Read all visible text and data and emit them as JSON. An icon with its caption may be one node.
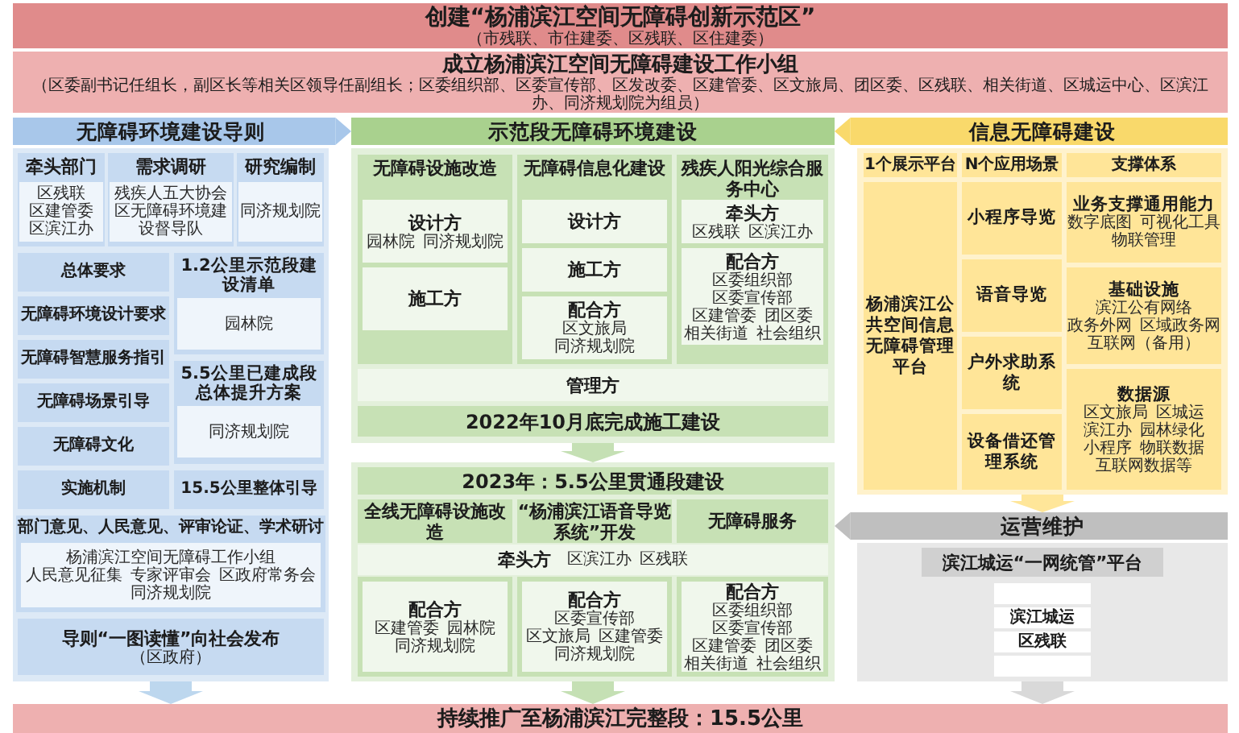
{
  "diagram": {
    "nodes": [
      {
        "text": [
          "创建“杨浦滨江空间无障碍创新示范区”",
          "（市残联、市住建委、区残联、区住建委）"
        ]
      },
      {
        "text": [
          "成立杨浦滨江空间无障碍建设工作小组",
          "（区委副书记任组长，副区长等相关区领导任副组长；区委组织部、区委宣传部、区发改委、区建管委、区文旅局、团区委、区残联、相关街道、区城运中心、区滨江办、同济规划院为组员）"
        ]
      },
      {
        "text": [
          "无障碍环境建设导则"
        ]
      },
      {
        "text": [],
        "shape": "box"
      },
      {
        "text": [
          "牵头部门"
        ],
        "in": 3
      },
      {
        "text": [
          "区残联",
          "区建管委",
          "区滨江办"
        ],
        "in": 4
      },
      {
        "text": [
          "需求调研"
        ],
        "in": 3
      },
      {
        "text": [
          "残疾人五大协会",
          "区无障碍环境建设督导队"
        ],
        "in": 6
      },
      {
        "text": [
          "研究编制"
        ],
        "in": 3
      },
      {
        "text": [
          "同济规划院"
        ],
        "in": 8
      },
      {
        "text": [
          "总体要求"
        ],
        "in": 3
      },
      {
        "text": [
          "无障碍环境设计要求"
        ],
        "in": 3
      },
      {
        "text": [
          "无障碍智慧服务指引"
        ],
        "in": 3
      },
      {
        "text": [
          "无障碍场景引导"
        ],
        "in": 3
      },
      {
        "text": [
          "无障碍文化"
        ],
        "in": 3
      },
      {
        "text": [
          "实施机制"
        ],
        "in": 3
      },
      {
        "text": [
          "1.2公里示范段建设清单"
        ],
        "in": 3
      },
      {
        "text": [
          "园林院"
        ],
        "in": 16
      },
      {
        "text": [
          "5.5公里已建成段总体提升方案"
        ],
        "in": 3
      },
      {
        "text": [
          "同济规划院"
        ],
        "in": 18
      },
      {
        "text": [
          "15.5公里整体引导"
        ],
        "in": 3
      },
      {
        "text": [
          "部门意见、人民意见、评审论证、学术研讨"
        ],
        "in": 3
      },
      {
        "text": [
          "杨浦滨江空间无障碍工作小组",
          "人民意见征集",
          "专家评审会",
          "区政府常务会",
          "同济规划院"
        ],
        "in": 21
      },
      {
        "text": [
          "导则“一图读懂”向社会发布",
          "（区政府）"
        ],
        "in": 3
      },
      {
        "text": [
          "示范段无障碍环境建设"
        ]
      },
      {
        "text": [],
        "shape": "box"
      },
      {
        "text": [
          "无障碍设施改造"
        ],
        "in": 25
      },
      {
        "text": [
          "设计方",
          "园林院",
          "同济规划院"
        ],
        "in": 26
      },
      {
        "text": [
          "施工方"
        ],
        "in": 26
      },
      {
        "text": [
          "无障碍信息化建设"
        ],
        "in": 25
      },
      {
        "text": [
          "设计方"
        ],
        "in": 29
      },
      {
        "text": [
          "施工方"
        ],
        "in": 29
      },
      {
        "text": [
          "配合方",
          "区文旅局",
          "同济规划院"
        ],
        "in": 29
      },
      {
        "text": [
          "残疾人阳光综合服务中心"
        ],
        "in": 25
      },
      {
        "text": [
          "牵头方",
          "区残联",
          "区滨江办"
        ],
        "in": 33
      },
      {
        "text": [
          "配合方",
          "区委组织部",
          "区委宣传部",
          "区建管委",
          "团区委",
          "相关街道",
          "社会组织"
        ],
        "in": 33
      },
      {
        "text": [
          "管理方"
        ],
        "in": 25
      },
      {
        "text": [
          "2022年10月底完成施工建设"
        ],
        "in": 25
      },
      {
        "text": [],
        "shape": "box"
      },
      {
        "text": [
          "2023年：5.5公里贯通段建设"
        ],
        "in": 38
      },
      {
        "text": [
          "全线无障碍设施改造"
        ],
        "in": 38
      },
      {
        "text": [
          "“杨浦滨江语音导览系统”开发"
        ],
        "in": 38
      },
      {
        "text": [
          "无障碍服务"
        ],
        "in": 38
      },
      {
        "text": [
          "牵头方",
          "区滨江办",
          "区残联"
        ],
        "in": 38
      },
      {
        "text": [
          "配合方",
          "区建管委",
          "园林院",
          "同济规划院"
        ],
        "in": 38
      },
      {
        "text": [
          "配合方",
          "区委宣传部",
          "区文旅局",
          "区建管委",
          "同济规划院"
        ],
        "in": 38
      },
      {
        "text": [
          "配合方",
          "区委组织部",
          "区委宣传部",
          "区建管委",
          "团区委",
          "相关街道",
          "社会组织"
        ],
        "in": 38
      },
      {
        "text": [
          "信息无障碍建设"
        ]
      },
      {
        "text": [],
        "shape": "box"
      },
      {
        "text": [
          "1个展示平台"
        ],
        "in": 48
      },
      {
        "text": [
          "N个应用场景"
        ],
        "in": 48
      },
      {
        "text": [
          "支撑体系"
        ],
        "in": 48
      },
      {
        "text": [
          "杨浦滨江公共空间信息无障碍管理平台"
        ],
        "in": 48
      },
      {
        "text": [
          "小程序导览"
        ],
        "in": 48
      },
      {
        "text": [
          "语音导览"
        ],
        "in": 48
      },
      {
        "text": [
          "户外求助系统"
        ],
        "in": 48
      },
      {
        "text": [
          "设备借还管理系统"
        ],
        "in": 48
      },
      {
        "text": [
          "业务支撑通用能力",
          "数字底图",
          "可视化工具",
          "物联管理"
        ],
        "in": 48
      },
      {
        "text": [
          "基础设施",
          "滨江公有网络",
          "政务外网",
          "区域政务网",
          "互联网（备用）"
        ],
        "in": 48
      },
      {
        "text": [
          "数据源",
          "区文旅局",
          "区城运",
          "滨江办",
          "园林绿化",
          "小程序",
          "物联数据",
          "互联网数据等"
        ],
        "in": 48
      },
      {
        "text": [
          "运营维护"
        ]
      },
      {
        "text": [],
        "shape": "box"
      },
      {
        "text": [
          "滨江城运“一网统管”平台"
        ],
        "in": 61
      },
      {
        "text": [],
        "shape": "box",
        "in": 61
      },
      {
        "text": [
          "滨江城运"
        ],
        "in": 61
      },
      {
        "text": [
          "区残联"
        ],
        "in": 61
      },
      {
        "text": [],
        "shape": "box",
        "in": 61
      },
      {
        "text": [
          "持续推广至杨浦滨江完整段：15.5公里"
        ]
      }
    ],
    "edges": [
      {
        "from": 2,
        "to": 24,
        "arrow": "to",
        "color": "#a8c7ea"
      },
      {
        "from": 47,
        "to": 24,
        "arrow": "to",
        "color": "#f9d96b"
      },
      {
        "from": 25,
        "to": 38,
        "arrow": "to",
        "color": "#c5e0b4"
      },
      {
        "from": 60,
        "to": 38,
        "arrow": "to",
        "color": "#bfbfbf"
      },
      {
        "from": 48,
        "to": 60,
        "arrow": "to",
        "color": "#ffe699"
      },
      {
        "from": 3,
        "to": 67,
        "arrow": "to",
        "color": "#bdd7ee"
      },
      {
        "from": 38,
        "to": 67,
        "arrow": "to",
        "color": "#c5e0b4"
      },
      {
        "from": 61,
        "to": 67,
        "arrow": "to",
        "color": "#d9d9d9"
      }
    ]
  }
}
